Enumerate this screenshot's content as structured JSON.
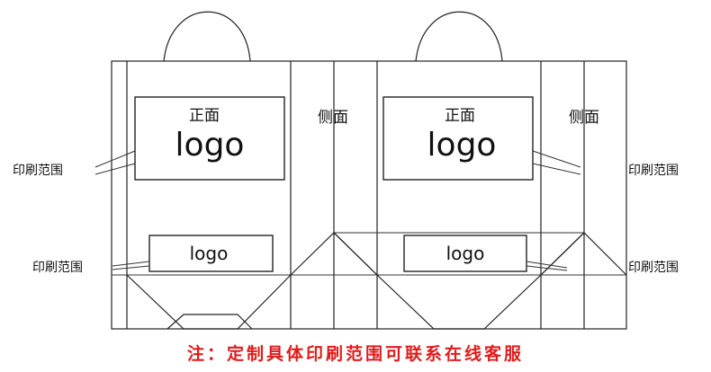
{
  "labels": {
    "front": "正面",
    "logo": "logo",
    "side": "侧面",
    "print_area": "印刷范围"
  },
  "note": "注：定制具体印刷范围可联系在线客服",
  "colors": {
    "line": "#222222",
    "note": "#e01b1b",
    "background": "#ffffff"
  }
}
